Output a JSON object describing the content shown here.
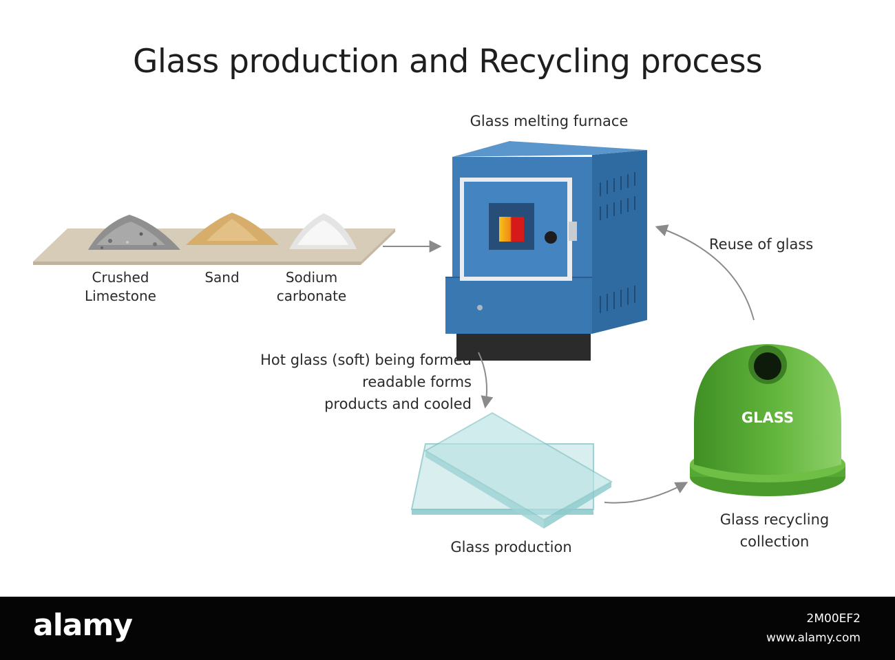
{
  "title": "Glass production and Recycling process",
  "raw_materials": {
    "limestone_label": "Crushed\nLimestone",
    "sand_label": "Sand",
    "sodium_label": "Sodium\ncarbonate"
  },
  "furnace": {
    "label": "Glass melting furnace"
  },
  "forming": {
    "label": "Hot glass (soft) being formed\nreadable forms\nproducts and cooled"
  },
  "glass_production": {
    "label": "Glass production"
  },
  "reuse": {
    "label": "Reuse of glass"
  },
  "recycling_bin": {
    "bin_text": "GLASS",
    "label": "Glass recycling\ncollection"
  },
  "footer": {
    "brand": "alamy",
    "image_id": "2M00EF2",
    "site": "www.alamy.com"
  },
  "colors": {
    "furnace_blue": "#3f7db8",
    "bin_green": "#5aab3a",
    "arrow_gray": "#8a8a8a",
    "glass_tint": "#bfe4e6",
    "tray": "#cfc3ae"
  },
  "icons": [
    "rock-pile-icon",
    "sand-pile-icon",
    "powder-pile-icon",
    "furnace-icon",
    "glass-sheet-icon",
    "recycling-bin-icon"
  ]
}
